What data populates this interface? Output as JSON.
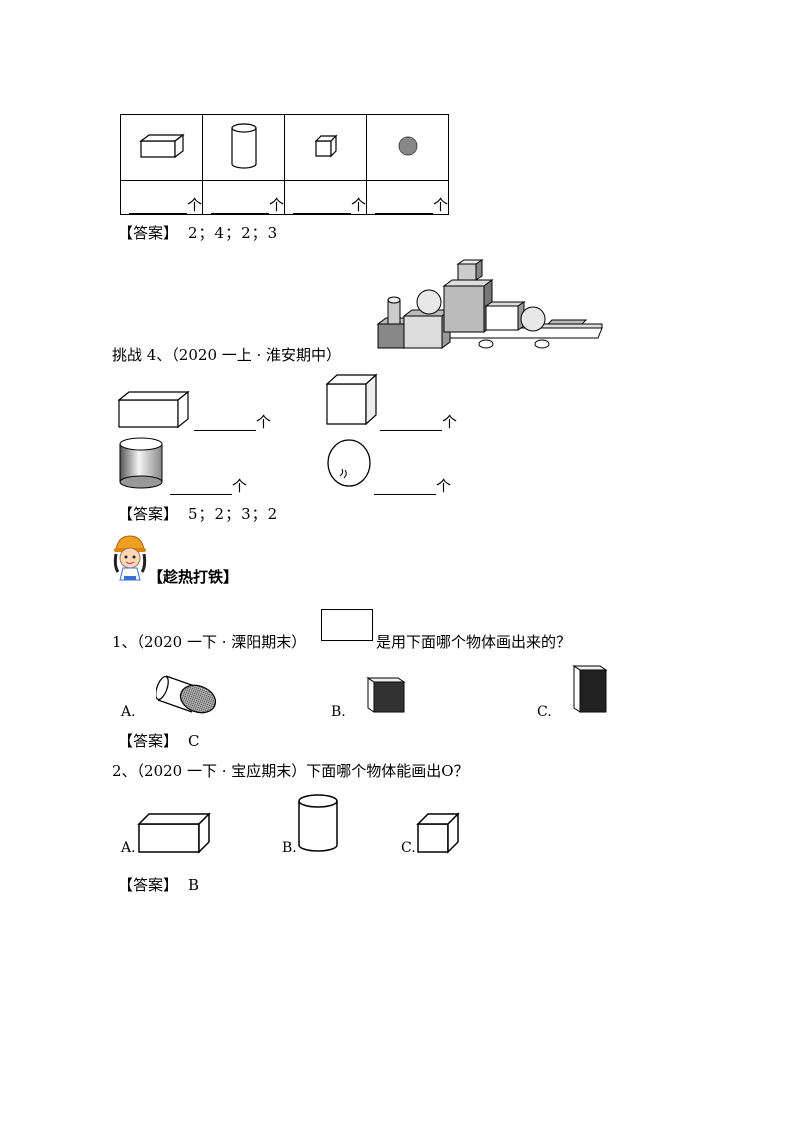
{
  "table1": {
    "unit": "个",
    "shape_icons": [
      "cuboid-icon",
      "cylinder-icon",
      "cube-icon",
      "sphere-icon"
    ]
  },
  "answer1": {
    "tag": "【答案】",
    "value": "2；4；2；3"
  },
  "challenge4": {
    "title": "挑战 4、（2020 一上 · 淮安期中）",
    "unit": "个",
    "shape_icons": [
      "cuboid-icon",
      "cube-icon",
      "cylinder-icon",
      "sphere-icon"
    ]
  },
  "answer2": {
    "tag": "【答案】",
    "value": "5；2；3；2"
  },
  "section": {
    "title": "【趁热打铁】"
  },
  "q1": {
    "number": "1、",
    "source": "（2020 一下 · 溧阳期末）",
    "text": "是用下面哪个物体画出来的？",
    "options": [
      "A.",
      "B.",
      "C."
    ]
  },
  "answer3": {
    "tag": "【答案】",
    "value": "C"
  },
  "q2": {
    "text": "2、（2020 一下 · 宝应期末）下面哪个物体能画出O？",
    "options": [
      "A.",
      "B.",
      "C."
    ]
  },
  "answer4": {
    "tag": "【答案】",
    "value": "B"
  }
}
